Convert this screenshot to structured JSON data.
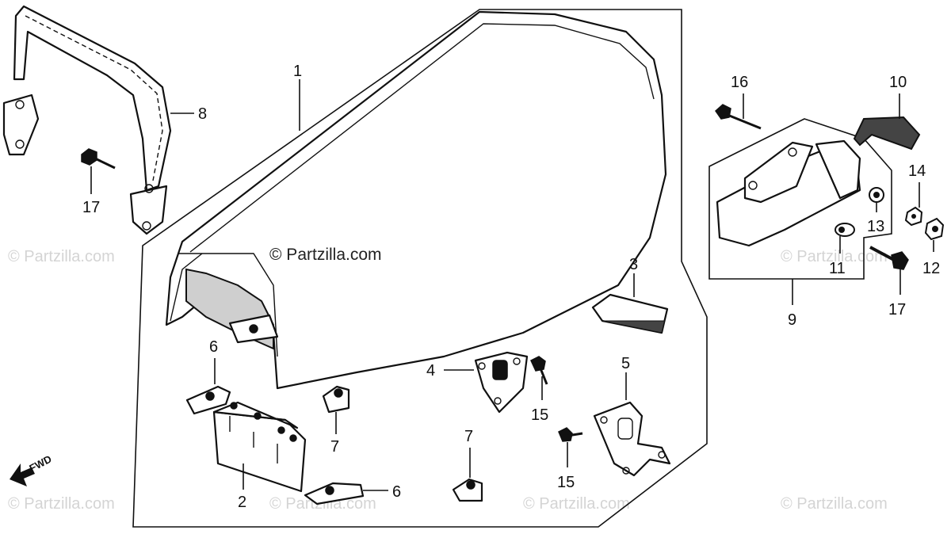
{
  "watermarks": {
    "main": "© Partzilla.com",
    "faint": "© Partzilla.com"
  },
  "fwd_label": "FWD",
  "callouts": {
    "c1": "1",
    "c2": "2",
    "c3": "3",
    "c4": "4",
    "c5": "5",
    "c6a": "6",
    "c6b": "6",
    "c7a": "7",
    "c7b": "7",
    "c8": "8",
    "c9": "9",
    "c10": "10",
    "c11": "11",
    "c12": "12",
    "c13": "13",
    "c14": "14",
    "c15a": "15",
    "c15b": "15",
    "c16": "16",
    "c17a": "17",
    "c17b": "17"
  },
  "colors": {
    "line": "#111111",
    "watermark": "#d4d4d4",
    "background": "#ffffff"
  }
}
